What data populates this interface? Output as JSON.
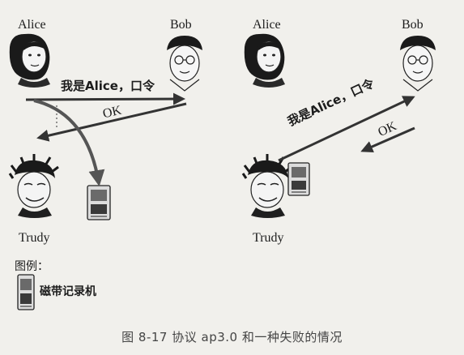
{
  "left_panel": {
    "alice_label": "Alice",
    "bob_label": "Bob",
    "trudy_label": "Trudy",
    "message_top": "我是Alice，口令",
    "message_ok": "OK"
  },
  "right_panel": {
    "alice_label": "Alice",
    "bob_label": "Bob",
    "trudy_label": "Trudy",
    "message_top": "我是Alice，口令",
    "message_ok": "OK"
  },
  "legend": {
    "title": "图例：",
    "tape_recorder": "磁带记录机"
  },
  "caption": "图 8-17   协议 ap3.0 和一种失败的情况"
}
